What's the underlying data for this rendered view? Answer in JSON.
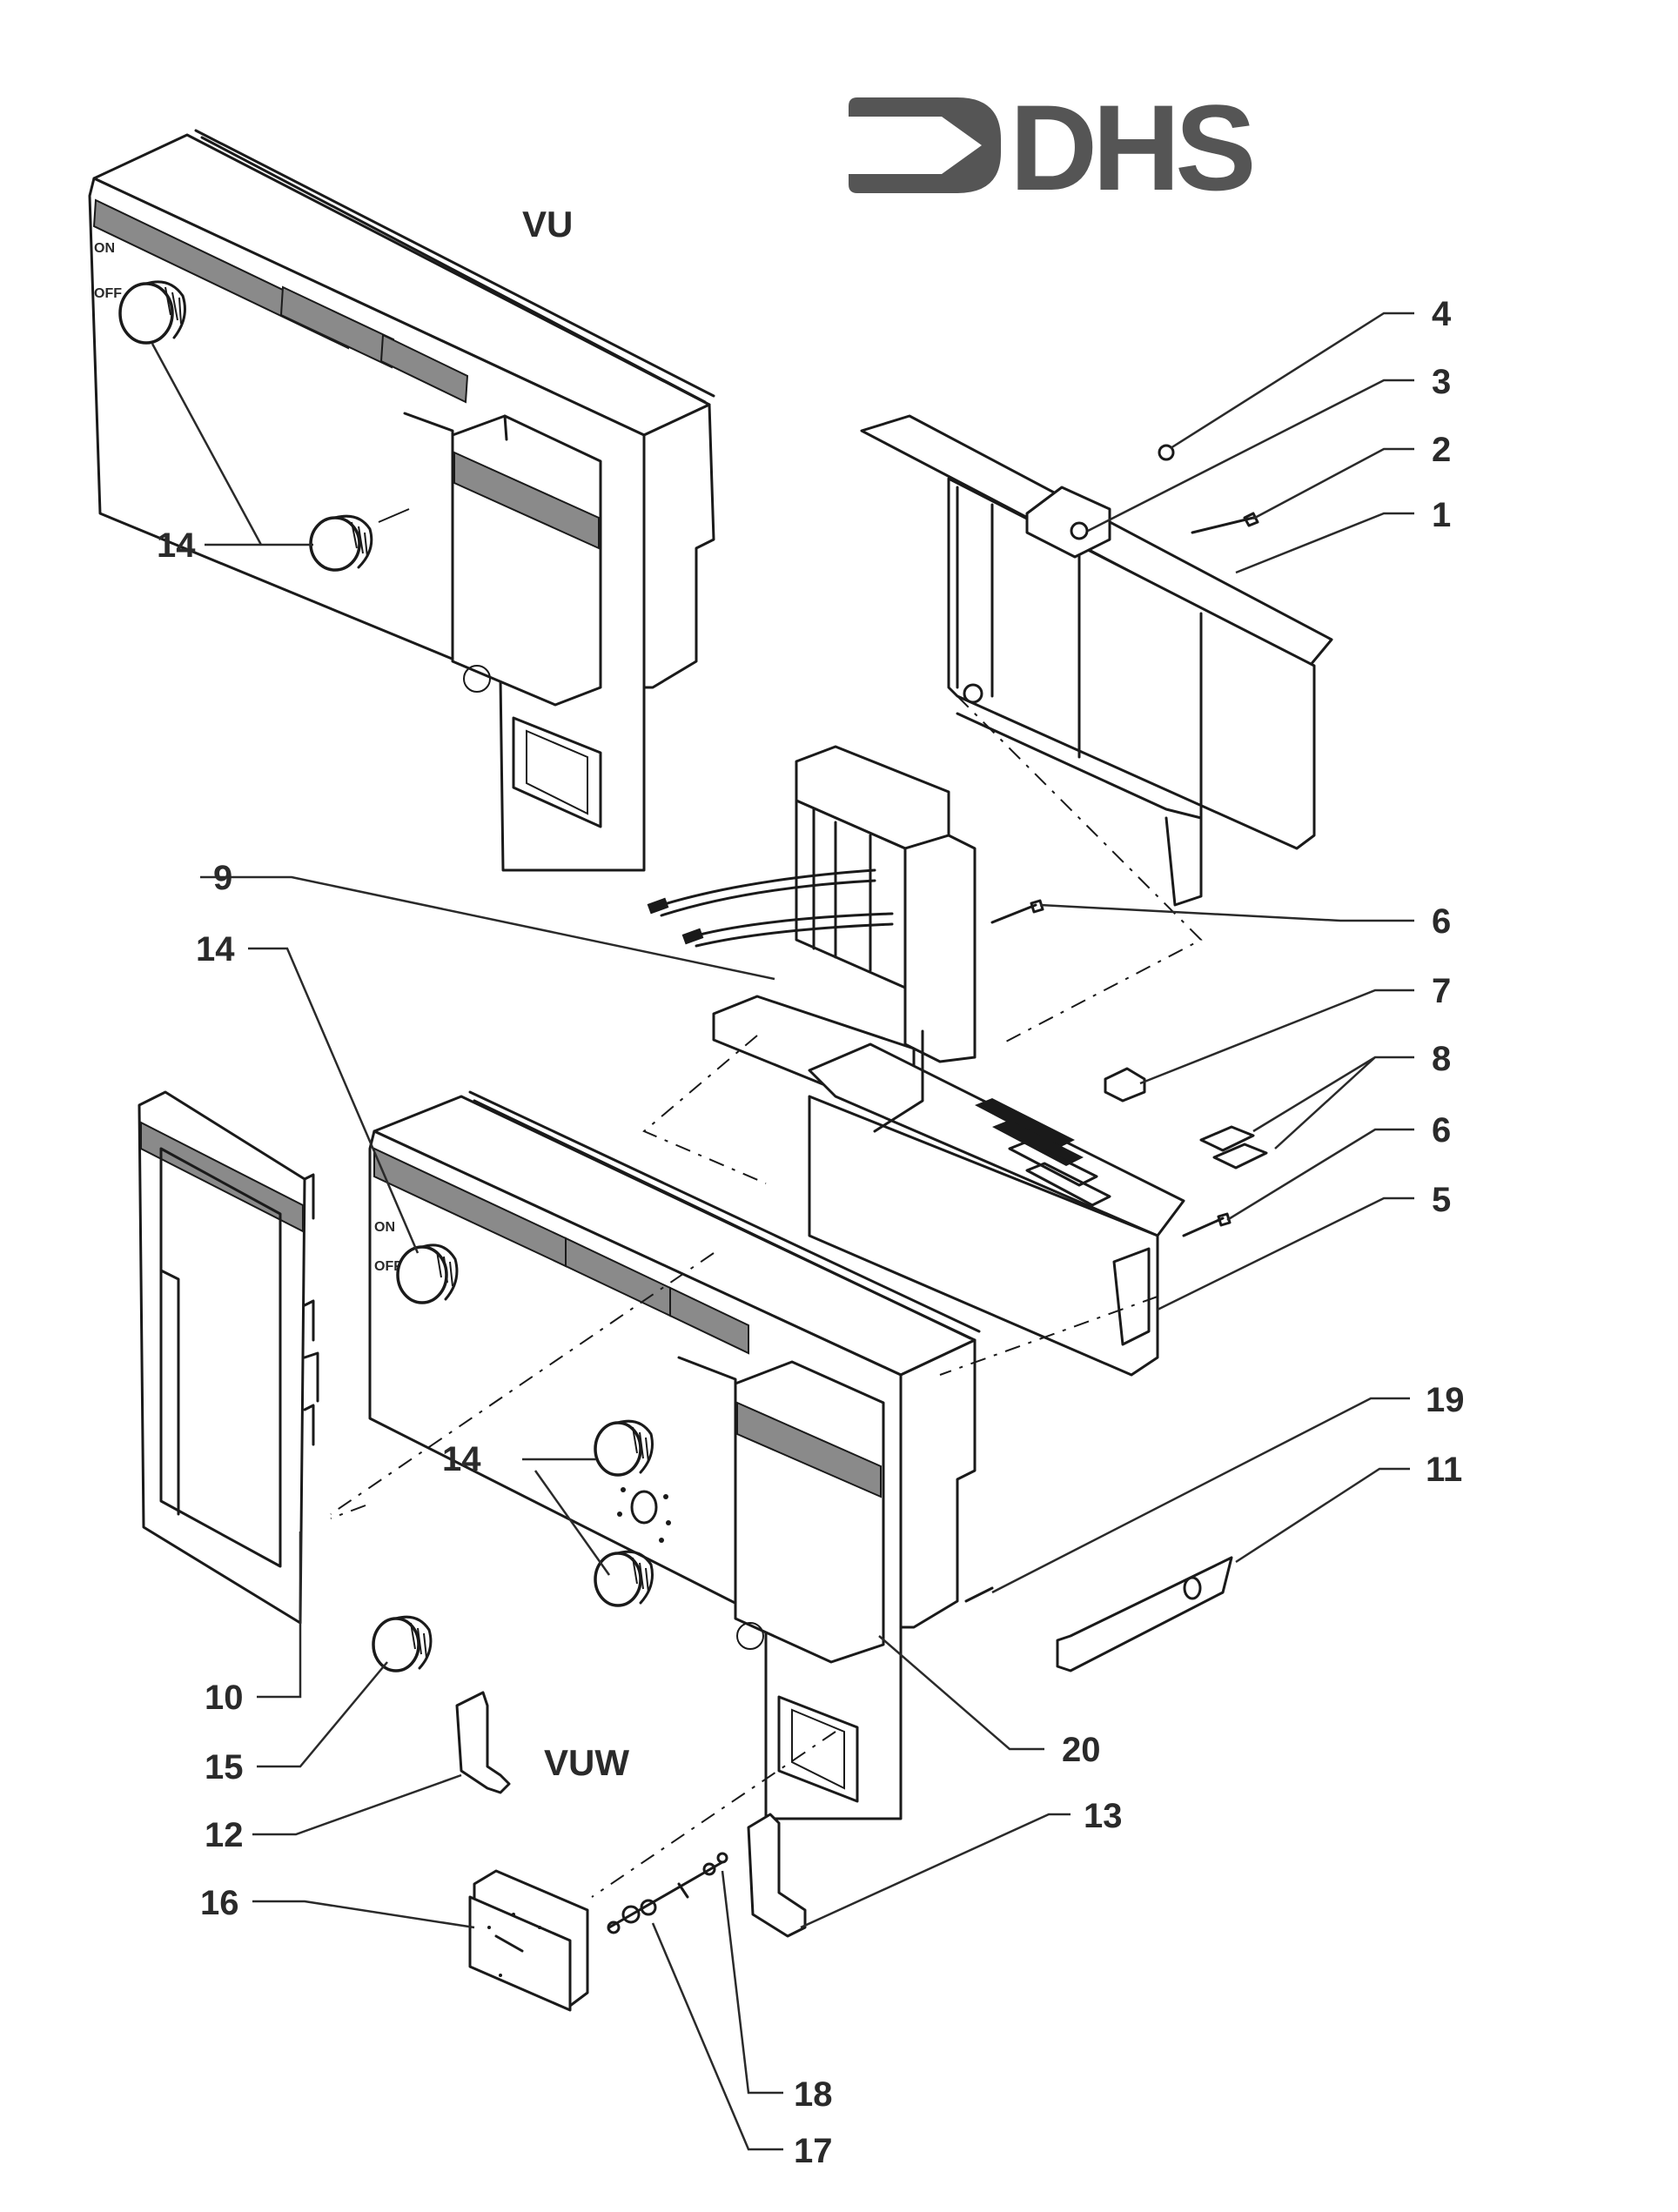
{
  "logo": {
    "text": "DHS",
    "icon": "arrow-bracket-icon",
    "color": "#555555"
  },
  "models": {
    "upper": "VU",
    "lower": "VUW"
  },
  "switch_labels": {
    "on": "ON",
    "off": "OFF"
  },
  "callouts": [
    {
      "id": "c1",
      "label": "1",
      "part": "rear-cover-housing"
    },
    {
      "id": "c2",
      "label": "2",
      "part": "screw"
    },
    {
      "id": "c3",
      "label": "3",
      "part": "bracket-fixing"
    },
    {
      "id": "c4",
      "label": "4",
      "part": "washer"
    },
    {
      "id": "c5",
      "label": "5",
      "part": "side-clip"
    },
    {
      "id": "c6a",
      "label": "6",
      "part": "screw-upper"
    },
    {
      "id": "c6b",
      "label": "6",
      "part": "screw-lower"
    },
    {
      "id": "c7",
      "label": "7",
      "part": "fuse"
    },
    {
      "id": "c8",
      "label": "8",
      "part": "connector-pair"
    },
    {
      "id": "c9",
      "label": "9",
      "part": "control-frame-with-leads"
    },
    {
      "id": "c10",
      "label": "10",
      "part": "side-cover-panel"
    },
    {
      "id": "c11",
      "label": "11",
      "part": "mounting-rail"
    },
    {
      "id": "c12",
      "label": "12",
      "part": "bracket-left"
    },
    {
      "id": "c13",
      "label": "13",
      "part": "bracket-right"
    },
    {
      "id": "c14a",
      "label": "14",
      "part": "knob-vu"
    },
    {
      "id": "c14b",
      "label": "14",
      "part": "knob-vuw-onoff"
    },
    {
      "id": "c14c",
      "label": "14",
      "part": "knob-vuw-pair"
    },
    {
      "id": "c15",
      "label": "15",
      "part": "knob-single"
    },
    {
      "id": "c16",
      "label": "16",
      "part": "temperature-gauge"
    },
    {
      "id": "c17",
      "label": "17",
      "part": "gauge-spindle-assembly"
    },
    {
      "id": "c18",
      "label": "18",
      "part": "clip"
    },
    {
      "id": "c19",
      "label": "19",
      "part": "screw-side"
    },
    {
      "id": "c20",
      "label": "20",
      "part": "front-panel-vuw"
    }
  ]
}
